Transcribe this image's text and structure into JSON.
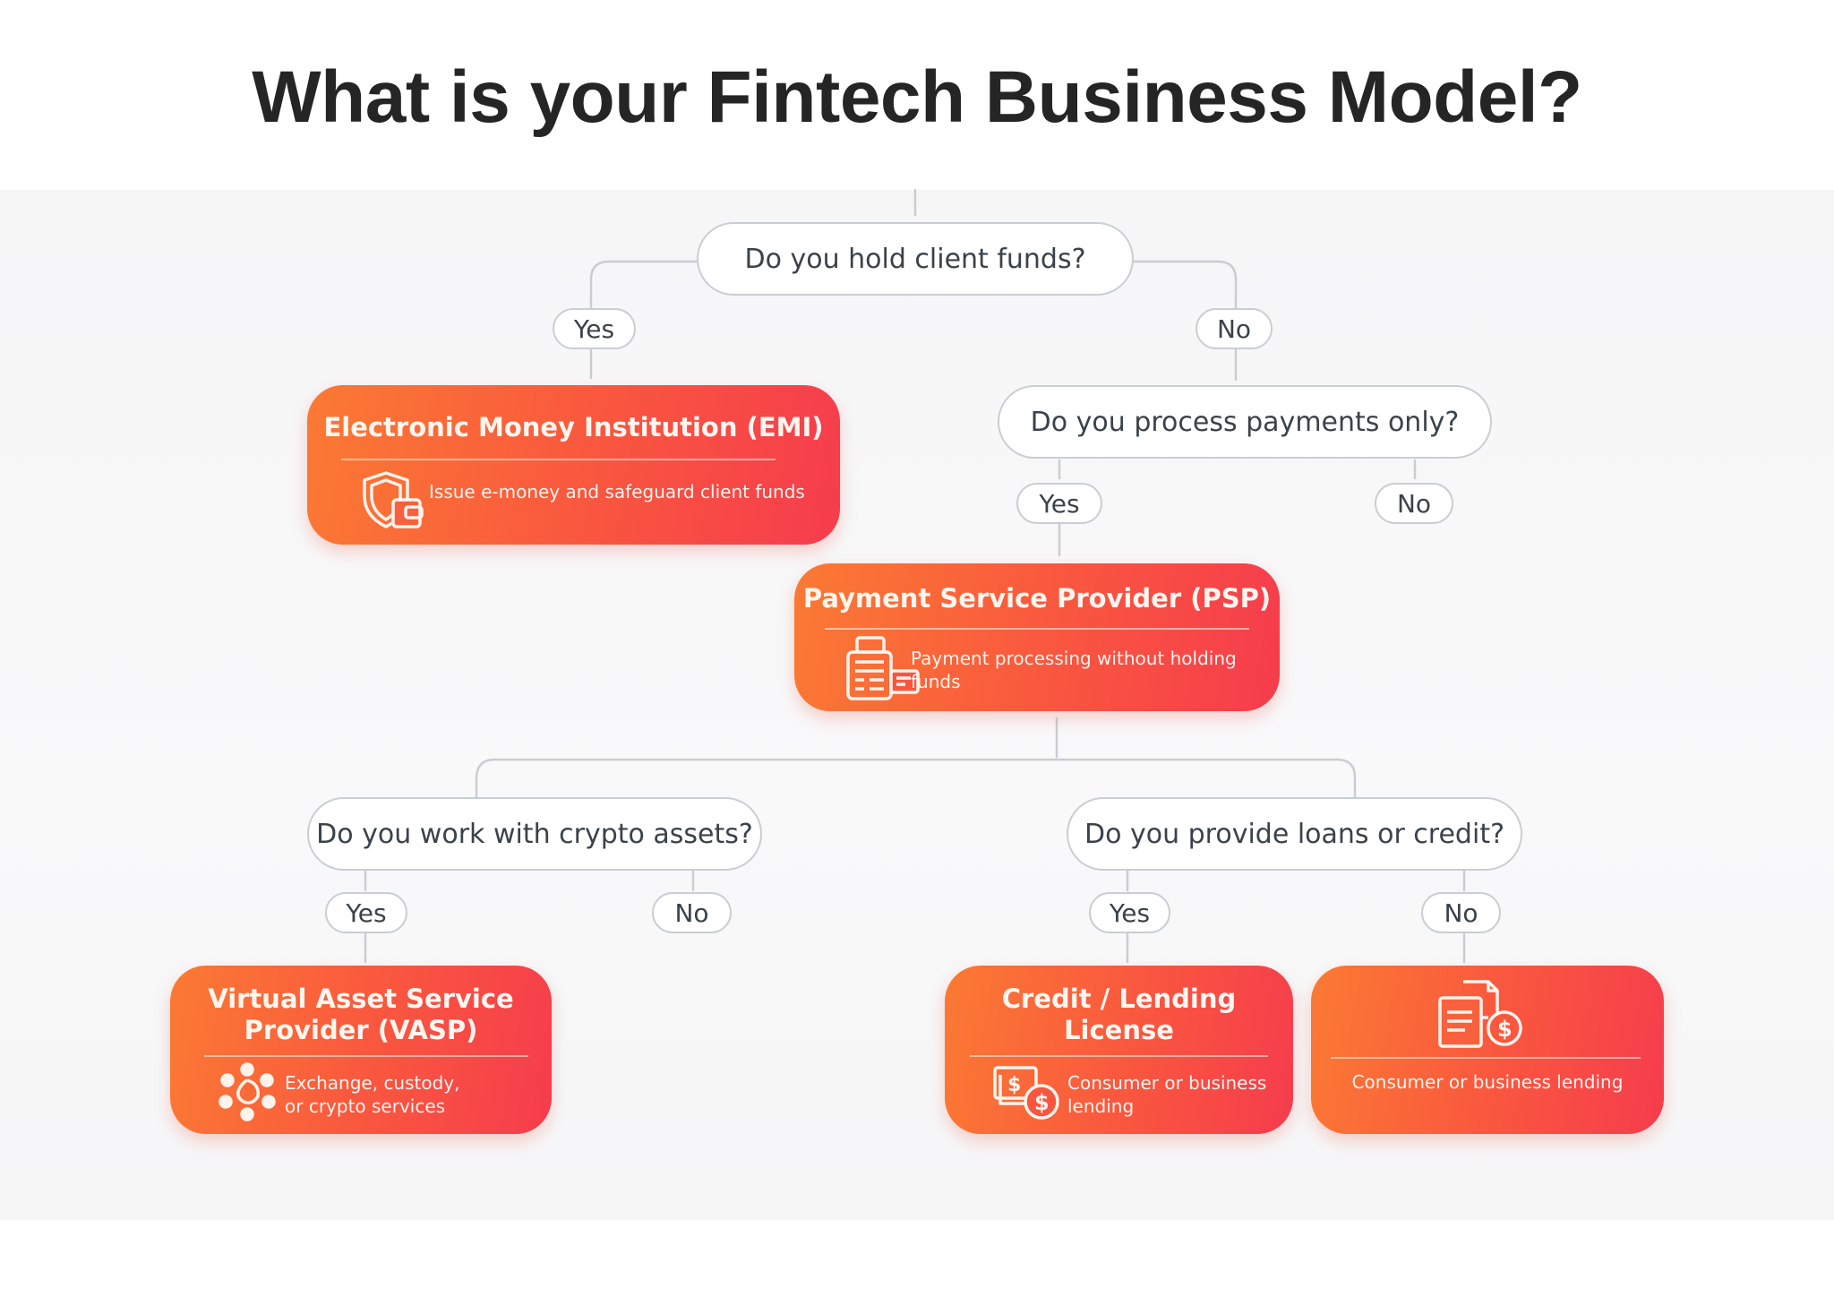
{
  "title": "What is your Fintech Business Model?",
  "questions": {
    "q1": "Do you hold client funds?",
    "q2": "Do you process payments only?",
    "q3": "Do you work with crypto assets?",
    "q4": "Do you provide loans or credit?"
  },
  "answers": {
    "q1_yes": "Yes",
    "q1_no": "No",
    "q2_yes": "Yes",
    "q2_no": "No",
    "q3_yes": "Yes",
    "q3_no": "No",
    "q4_yes": "Yes",
    "q4_no": "No"
  },
  "outcomes": {
    "emi": {
      "title": "Electronic Money Institution (EMI)",
      "description": "Issue e-money and safeguard client funds",
      "icon": "shield-wallet-icon"
    },
    "psp": {
      "title": "Payment Service Provider (PSP)",
      "description": "Payment processing without holding funds",
      "icon": "payment-terminal-icon"
    },
    "vasp": {
      "title_line1": "Virtual Asset Service",
      "title_line2": "Provider (VASP)",
      "description_line1": "Exchange, custody,",
      "description_line2": "or crypto services",
      "icon": "crypto-network-icon"
    },
    "credit": {
      "title_line1": "Credit / Lending",
      "title_line2": "License",
      "description_line1": "Consumer or business",
      "description_line2": "lending",
      "icon": "cash-dollar-icon"
    },
    "lending": {
      "description": "Consumer or business lending",
      "icon": "document-dollar-icon"
    }
  },
  "colors": {
    "card_gradient_start": "#fb7a33",
    "card_gradient_end": "#f53c4d",
    "connector": "#c9ced4",
    "question_text": "#3b424a",
    "title_text": "#252525"
  }
}
